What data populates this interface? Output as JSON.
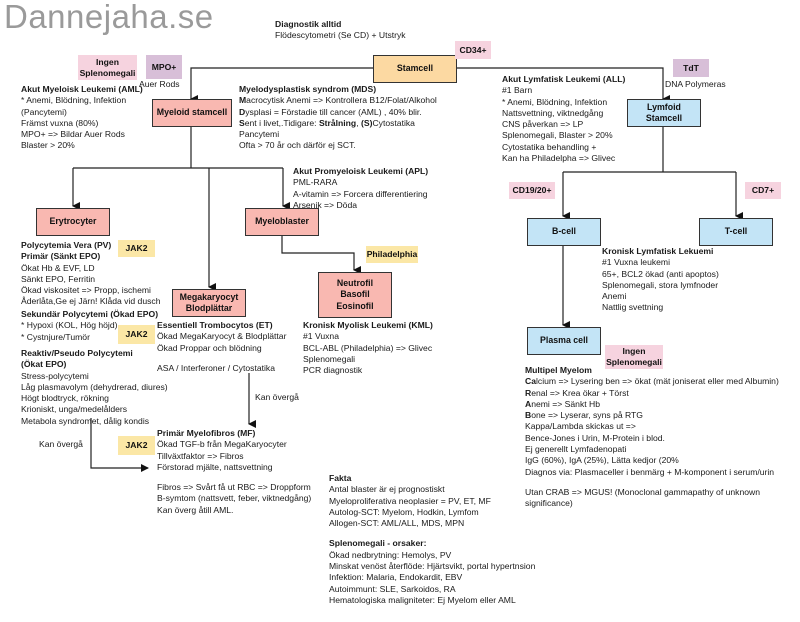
{
  "watermark": "Dannejaha.se",
  "diagnostik": {
    "title": "Diagnostik alltid",
    "line": "Flödescytometri (Se CD) + Utstryk"
  },
  "nodes": {
    "stamcell": "Stamcell",
    "myeloid": "Myeloid stamcell",
    "lymfoid": "Lymfoid Stamcell",
    "erytrocyter": "Erytrocyter",
    "myeloblaster": "Myeloblaster",
    "megakaryocyt": [
      "Megakaryocyt",
      "Blodplättar"
    ],
    "granulocyter": [
      "Neutrofil",
      "Basofil",
      "Eosinofil"
    ],
    "bcell": "B-cell",
    "tcell": "T-cell",
    "plasmacell": "Plasma cell"
  },
  "tags": {
    "cd34": "CD34+",
    "ingen_splen_aml": [
      "Ingen",
      "Splenomegali"
    ],
    "mpo": "MPO+",
    "tdt": "TdT",
    "jak2_pv": "JAK2",
    "jak2_et": "JAK2",
    "jak2_mf": "JAK2",
    "philadelphia": "Philadelphia",
    "cd19": "CD19/20+",
    "cd7": "CD7+",
    "ingen_splen_mm": [
      "Ingen",
      "Splenomegali"
    ]
  },
  "captions": {
    "auer_rods": "Auer Rods",
    "dna_polymeras": "DNA Polymeras",
    "kan_overga_et": "Kan övergå",
    "kan_overga_pv": "Kan övergå"
  },
  "aml": {
    "title": "Akut Myeloisk Leukemi (AML)",
    "lines": [
      "* Anemi,  Blödning, Infektion",
      "(Pancytemi)",
      "Främst vuxna (80%)",
      "MPO+ => Bildar Auer Rods",
      "Blaster > 20%"
    ]
  },
  "mds": {
    "title": "Myelodysplastisk syndrom (MDS)",
    "lines": [
      {
        "b": "M",
        "t": "acrocytisk Anemi  => Kontrollera B12/Folat/Alkohol"
      },
      {
        "b": "D",
        "t": "ysplasi = Förstadie till cancer (AML) , 40% blir."
      },
      {
        "b": "S",
        "t": "ent i livet,.Tidigare: ",
        "b2": "Strålning",
        "t2": ", ",
        "b3": "(S)",
        "t3": "Cytostatika"
      },
      {
        "b": "",
        "t": "Pancytemi"
      },
      {
        "b": "",
        "t": "Ofta  > 70 år och därför ej SCT."
      }
    ]
  },
  "all": {
    "title": "Akut Lymfatisk Leukemi (ALL)",
    "lines": [
      "#1 Barn",
      "* Anemi,  Blödning, Infektion",
      "Nattsvettning, viktnedgång",
      "CNS påverkan => LP",
      "Splenomegali, Blaster > 20%",
      "Cytostatika behandling +",
      "Kan ha Philadelpha => Glivec"
    ]
  },
  "apl": {
    "title": "Akut Promyeloisk Leukemi (APL)",
    "lines": [
      "PML-RARA",
      "A-vitamin => Forcera differentiering",
      "Arsenik => Döda"
    ]
  },
  "pv": {
    "title1": "Polycytemia Vera (PV)",
    "title2": "Primär (Sänkt EPO)",
    "lines": [
      "Ökat Hb & EVF, LD",
      "Sänkt EPO, Ferritin",
      "Ökad viskositet => Propp, ischemi",
      "Åderlåta,Ge ej Järn! Klåda vid dusch"
    ]
  },
  "sek_pv": {
    "title": "Sekundär Polycytemi (Ökad EPO)",
    "lines": [
      "* Hypoxi (KOL, Hög höjd)",
      "* Cystnjure/Tumör"
    ]
  },
  "reaktiv_pv": {
    "title1": "Reaktiv/Pseudo Polycytemi",
    "title2": "(Ökat EPO)",
    "lines": [
      "Stress-polycytemi",
      "Låg plasmavolym (dehydrerad, diures)",
      "Högt blodtryck, rökning",
      "Krioniskt, unga/medelålders",
      "Metabola syndromet, dålig kondis"
    ]
  },
  "et": {
    "title": "Essentiell Trombocytos (ET)",
    "lines": [
      "Ökad MegaKaryocyt & Blodplättar",
      "Ökad Proppar och blödning"
    ],
    "treatment": "ASA / Interferoner / Cytostatika"
  },
  "kml": {
    "title": "Kronisk Myolisk Leukemi (KML)",
    "lines": [
      "#1 Vuxna",
      "BCL-ABL (Philadelphia) => Glivec",
      "Splenomegali",
      "PCR diagnostik"
    ]
  },
  "mf": {
    "title": "Primär Myelofibros (MF)",
    "lines": [
      "Ökad TGF-b från MegaKaryocyter",
      "Tillväxtfaktor => Fibros",
      "Förstorad mjälte, nattsvettning"
    ],
    "lines2": [
      "Fibros => Svårt få ut RBC => Droppform",
      "B-symtom (nattsvett, feber, viktnedgång)",
      "Kan överg åtill AML."
    ]
  },
  "kll": {
    "title": "Kronisk Lymfatisk Lekuemi",
    "lines": [
      "#1 Vuxna leukemi",
      "65+, BCL2 ökad (anti apoptos)",
      "Splenomegali, stora lymfnoder",
      "Anemi",
      "Nattlig svettning"
    ]
  },
  "mm": {
    "title": "Multipel Myelom",
    "crab": [
      {
        "b": "Ca",
        "t": "lcium => Lysering ben => ökat (mät joniserat eller med Albumin)"
      },
      {
        "b": "R",
        "t": "enal => Krea ökar + Törst"
      },
      {
        "b": "A",
        "t": "nemi => Sänkt Hb"
      },
      {
        "b": "B",
        "t": "one => Lyserar, syns på RTG"
      }
    ],
    "lines": [
      "Kappa/Lambda skickas ut =>",
      "Bence-Jones i Urin, M-Protein i blod.",
      "Ej generellt Lymfadenopati",
      "IgG (60%), IgA (25%), Lätta kedjor (20%",
      "Diagnos via: Plasmaceller i benmärg + M-komponent i serum/urin"
    ],
    "mgus": [
      "Utan CRAB => MGUS! (Monoclonal gammapathy of unknown",
      "significance)"
    ]
  },
  "fakta": {
    "title": "Fakta",
    "lines": [
      "Antal blaster är ej prognostiskt",
      "Myeloproliferativa neoplasier = PV, ET, MF",
      "Autolog-SCT: Myelom, Hodkin, Lymfom",
      "Allogen-SCT: AML/ALL, MDS, MPN"
    ]
  },
  "splenomegali": {
    "title": "Splenomegali - orsaker:",
    "lines": [
      "Ökad nedbrytning: Hemolys, PV",
      "Minskat venöst återflöde: Hjärtsvikt, portal hypertnsion",
      "Infektion: Malaria, Endokardit, EBV",
      "Autoimmunt: SLE, Sarkoidos, RA",
      "Hematologiska maligniteter: Ej Myelom eller AML"
    ]
  }
}
